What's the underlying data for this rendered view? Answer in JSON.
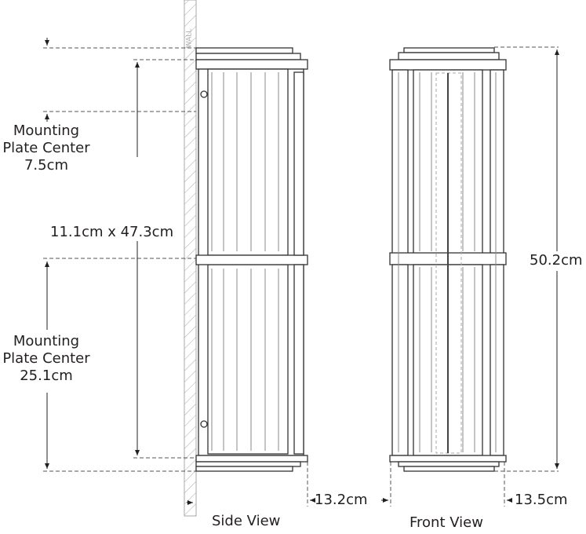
{
  "wall_label": "WALL",
  "dimensions": {
    "mounting_top": {
      "line1": "Mounting",
      "line2": "Plate Center",
      "value": "7.5cm"
    },
    "mounting_bottom": {
      "line1": "Mounting",
      "line2": "Plate Center",
      "value": "25.1cm"
    },
    "backplate": "11.1cm x 47.3cm",
    "overall_height": "50.2cm",
    "side_depth": "13.2cm",
    "front_width": "13.5cm"
  },
  "views": {
    "side": "Side View",
    "front": "Front View"
  }
}
